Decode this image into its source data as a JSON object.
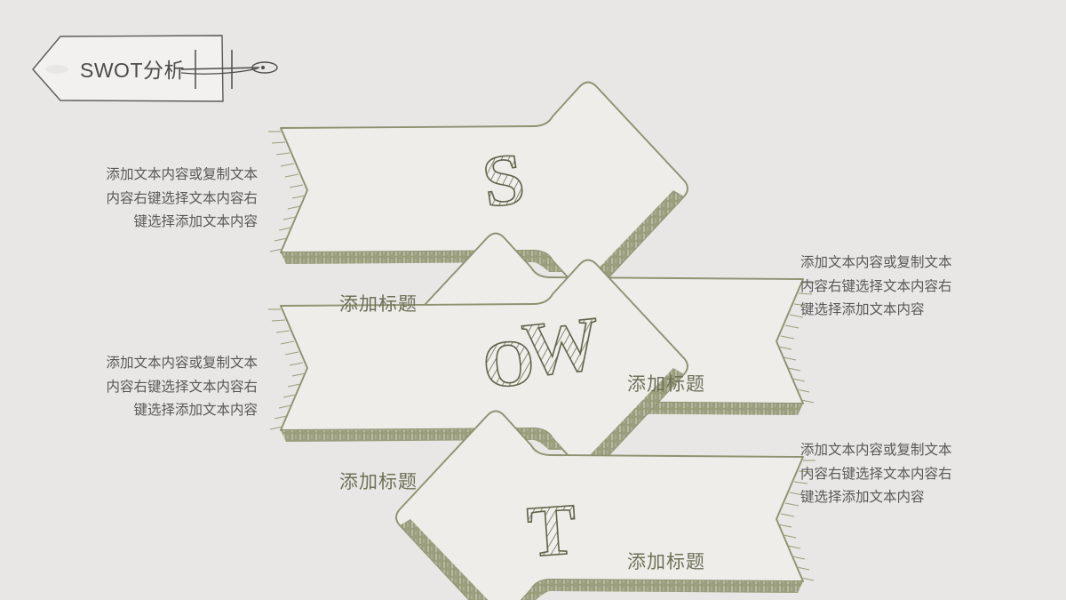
{
  "slide": {
    "background_color": "#e8e7e5",
    "accent_color": "#8e9270",
    "heading_color": "#6e7158",
    "body_text_color": "#585858",
    "title_color": "#4b4b4b"
  },
  "header": {
    "title": "SWOT分析",
    "tag_icon": "needle-and-thread-icon"
  },
  "quadrants": [
    {
      "key": "S",
      "letter": "S",
      "heading": "添加标题",
      "direction": "right",
      "text_side": "left",
      "body_lines": [
        "添加文本内容或复制文本",
        "内容右键选择文本内容右",
        "键选择添加文本内容"
      ]
    },
    {
      "key": "W",
      "letter": "W",
      "heading": "添加标题",
      "direction": "left",
      "text_side": "right",
      "body_lines": [
        "添加文本内容或复制文本",
        "内容右键选择文本内容右",
        "键选择添加文本内容"
      ]
    },
    {
      "key": "O",
      "letter": "O",
      "heading": "添加标题",
      "direction": "right",
      "text_side": "left",
      "body_lines": [
        "添加文本内容或复制文本",
        "内容右键选择文本内容右",
        "键选择添加文本内容"
      ]
    },
    {
      "key": "T",
      "letter": "T",
      "heading": "添加标题",
      "direction": "left",
      "text_side": "right",
      "body_lines": [
        "添加文本内容或复制文本",
        "内容右键选择文本内容右",
        "键选择添加文本内容"
      ]
    }
  ]
}
